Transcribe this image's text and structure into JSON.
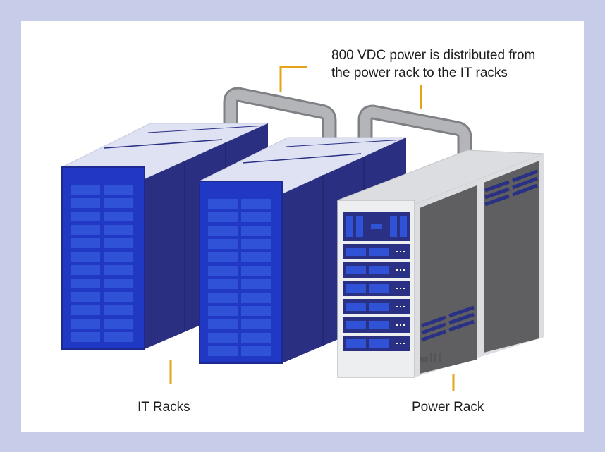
{
  "labels": {
    "distribution_line1": "800 VDC power is distributed from",
    "distribution_line2": "the power rack to the IT racks",
    "it_racks": "IT Racks",
    "power_rack": "Power Rack"
  },
  "colors": {
    "background": "#c7cde9",
    "panel": "#ffffff",
    "rack_blue_dark": "#2a3185",
    "rack_blue": "#1f3cc4",
    "rack_top": "#dfe2f3",
    "power_side": "#5e5e60",
    "power_front": "#e9eaec",
    "power_top": "#dbdcdf",
    "pipe": "#aeb0b3",
    "leader": "#e3a418"
  }
}
